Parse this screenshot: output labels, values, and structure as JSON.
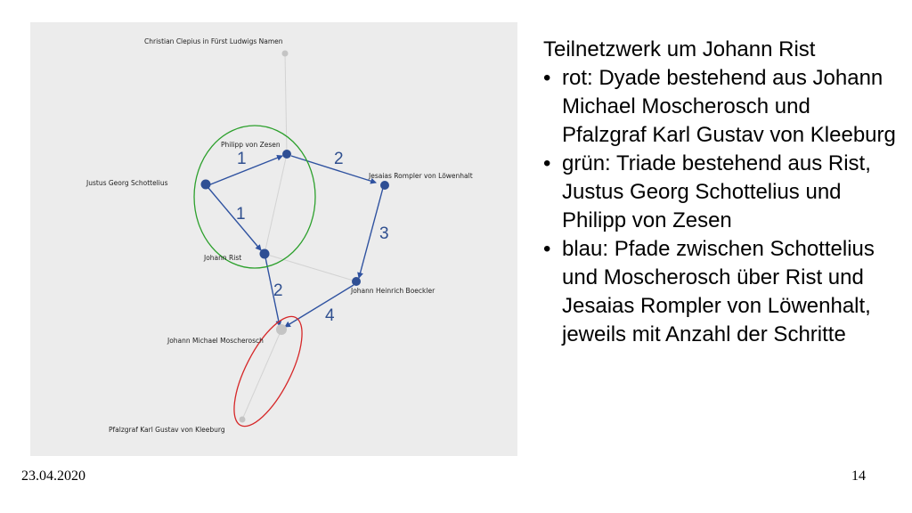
{
  "diagram": {
    "nodes": [
      {
        "id": "clepius",
        "label": "Christian Clepius in Fürst Ludwigs Namen",
        "highlight": false
      },
      {
        "id": "zesen",
        "label": "Philipp von Zesen",
        "highlight": true
      },
      {
        "id": "schottelius",
        "label": "Justus Georg Schottelius",
        "highlight": true
      },
      {
        "id": "rompler",
        "label": "Jesaias Rompler von Löwenhalt",
        "highlight": true
      },
      {
        "id": "rist",
        "label": "Johann Rist",
        "highlight": true
      },
      {
        "id": "boeckler",
        "label": "Johann Heinrich Boeckler",
        "highlight": true
      },
      {
        "id": "moscherosch",
        "label": "Johann Michael Moscherosch",
        "highlight": false
      },
      {
        "id": "kleeburg",
        "label": "Pfalzgraf Karl Gustav von Kleeburg",
        "highlight": false
      }
    ],
    "step_labels": [
      "1",
      "2",
      "1",
      "3",
      "2",
      "4"
    ],
    "colors": {
      "path": "#2f52a0",
      "node": "#2f4f94",
      "grey_node": "#c4c4c4",
      "green": "#2ca02c",
      "red": "#d62728",
      "edge_grey": "#d0d0d0"
    }
  },
  "side": {
    "title": "Teilnetzwerk um Johann Rist",
    "bullets": [
      "rot: Dyade bestehend aus Johann Michael Moscherosch und Pfalzgraf Karl Gustav von Kleeburg",
      "grün: Triade bestehend aus Rist, Justus Georg Schottelius und Philipp von Zesen",
      "blau: Pfade zwischen Schottelius und Moscherosch über Rist und Jesaias Rompler von Löwenhalt, jeweils mit Anzahl der Schritte"
    ]
  },
  "footer": {
    "date": "23.04.2020",
    "page": "14"
  }
}
